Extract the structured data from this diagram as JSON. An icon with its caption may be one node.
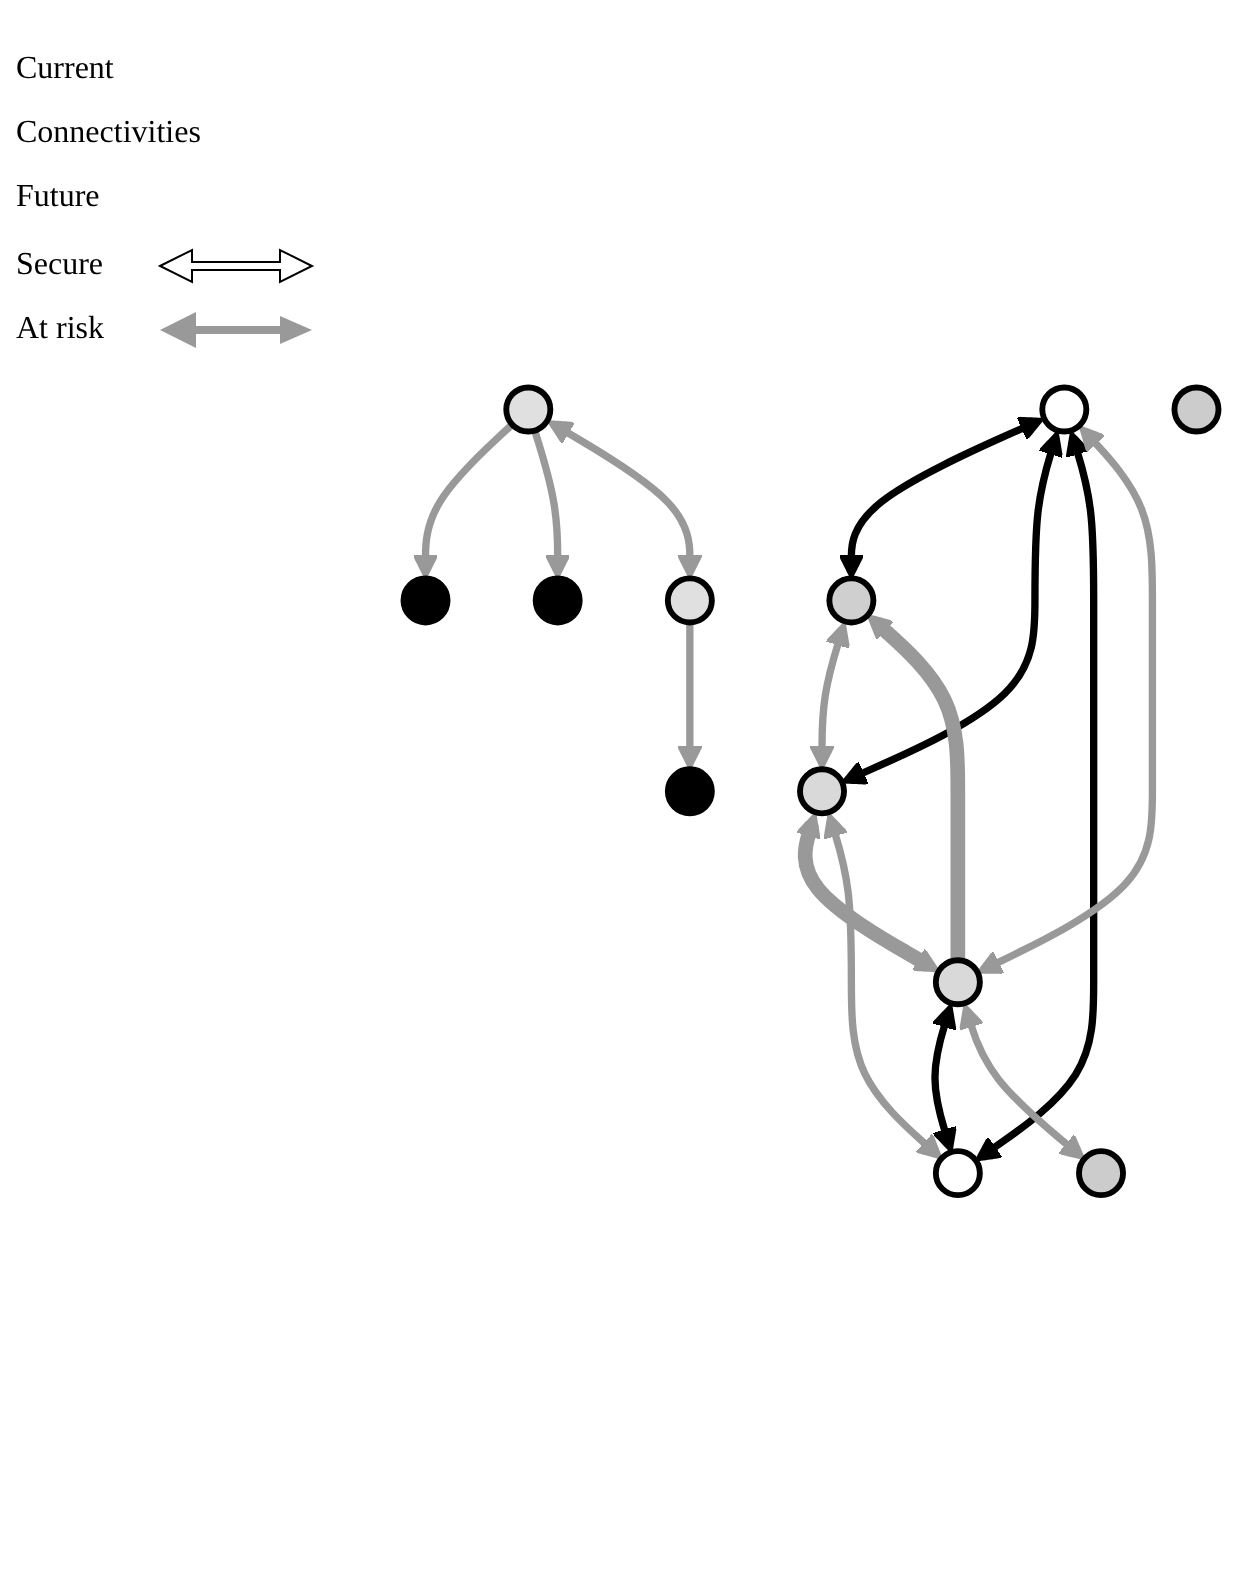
{
  "diagram": {
    "nodes": [
      {
        "text": [],
        "shape": "circle"
      },
      {
        "text": [],
        "shape": "circle"
      },
      {
        "text": [],
        "shape": "circle"
      },
      {
        "text": [],
        "shape": "circle"
      },
      {
        "text": [],
        "shape": "circle"
      },
      {
        "text": [],
        "shape": "circle"
      },
      {
        "text": [],
        "shape": "circle"
      },
      {
        "text": [],
        "shape": "circle"
      },
      {
        "text": [],
        "shape": "circle"
      },
      {
        "text": [],
        "shape": "circle"
      },
      {
        "text": [],
        "shape": "circle"
      },
      {
        "text": [],
        "shape": "circle"
      }
    ],
    "edges": [
      {
        "from": 0,
        "to": 1,
        "arrow": "both",
        "color": "#000000"
      },
      {
        "from": 0,
        "to": 3,
        "arrow": "both",
        "color": "#000000"
      },
      {
        "from": 0,
        "to": 4,
        "arrow": "both",
        "color": "#000000"
      },
      {
        "from": 0,
        "to": 2,
        "arrow": "both"
      },
      {
        "from": 2,
        "to": 1,
        "arrow": "to",
        "style": "thick"
      },
      {
        "from": 1,
        "to": 3,
        "arrow": "both"
      },
      {
        "from": 3,
        "to": 2,
        "arrow": "both",
        "style": "thick"
      },
      {
        "from": 3,
        "to": 4,
        "arrow": "both"
      },
      {
        "from": 2,
        "to": 4,
        "arrow": "both",
        "color": "#000000"
      },
      {
        "from": 2,
        "to": 5,
        "arrow": "both"
      },
      {
        "from": 6,
        "to": 7,
        "arrow": "to"
      },
      {
        "from": 6,
        "to": 8,
        "arrow": "to"
      },
      {
        "from": 6,
        "to": 10,
        "arrow": "both"
      },
      {
        "from": 10,
        "to": 9,
        "arrow": "to"
      }
    ],
    "labels": [
      "Current",
      "Connectivities",
      "Future"
    ],
    "legend": [
      {
        "text": "Secure"
      },
      {
        "text": "At risk"
      }
    ]
  }
}
